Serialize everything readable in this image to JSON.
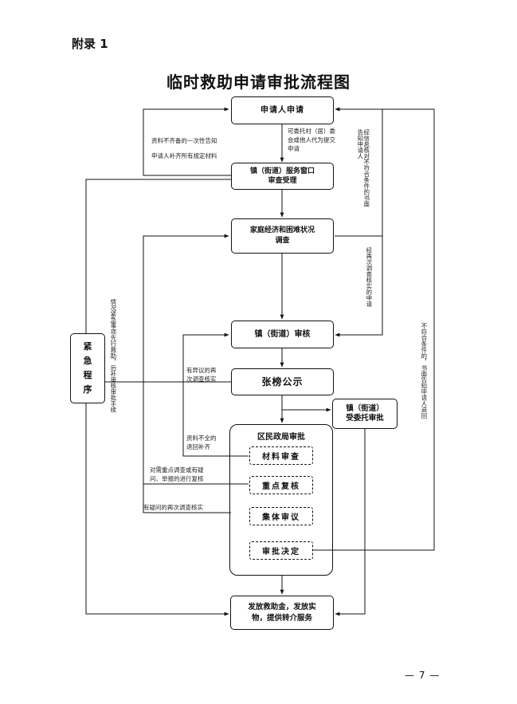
{
  "header": {
    "appendix": "附录 1",
    "title": "临时救助申请审批流程图"
  },
  "nodes": {
    "applicant": "申请人申请",
    "street_window_line1": "镇（街道）服务窗口",
    "street_window_line2": "审查受理",
    "investigation_line1": "家庭经济和困难状况",
    "investigation_line2": "调查",
    "street_review": "镇（街道）审核",
    "publicity": "张榜公示",
    "commissioned_line1": "镇（街道）",
    "commissioned_line2": "受委托审批",
    "emergency": "紧急程序",
    "district_bureau": "区民政局审批",
    "material_review": "材料审查",
    "key_recheck": "重点复核",
    "collective_review": "集体审议",
    "approval_decision": "审批决定",
    "issue_line1": "发放救助金，发放实",
    "issue_line2": "物，提供转介服务"
  },
  "notes": {
    "incomplete_1": "资料不齐备的一次性告知",
    "incomplete_2": "申请人补齐所有规定材料",
    "entrust_1": "可委托村（居）委",
    "entrust_2": "会或他人代为提交",
    "entrust_3": "申请",
    "not_eligible_info": "经信息核对不符合条件的书面告知申请人",
    "reinvestigate": "经再次调查核实的申请",
    "emergency_note": "情况紧急事项先行救助，后补审核审批手续",
    "objection_1": "有异议的再",
    "objection_2": "次调查核实",
    "incomplete_return_1": "资料不全的",
    "incomplete_return_2": "退回补齐",
    "key_check_1": "对需重点调查或有疑",
    "key_check_2": "问、举报的进行复核",
    "doubt_recheck": "有疑问的再次调查核实",
    "not_eligible_return": "不符合条件的，书面告知申请人退回"
  },
  "footer": {
    "page_number": "— 7 —"
  }
}
